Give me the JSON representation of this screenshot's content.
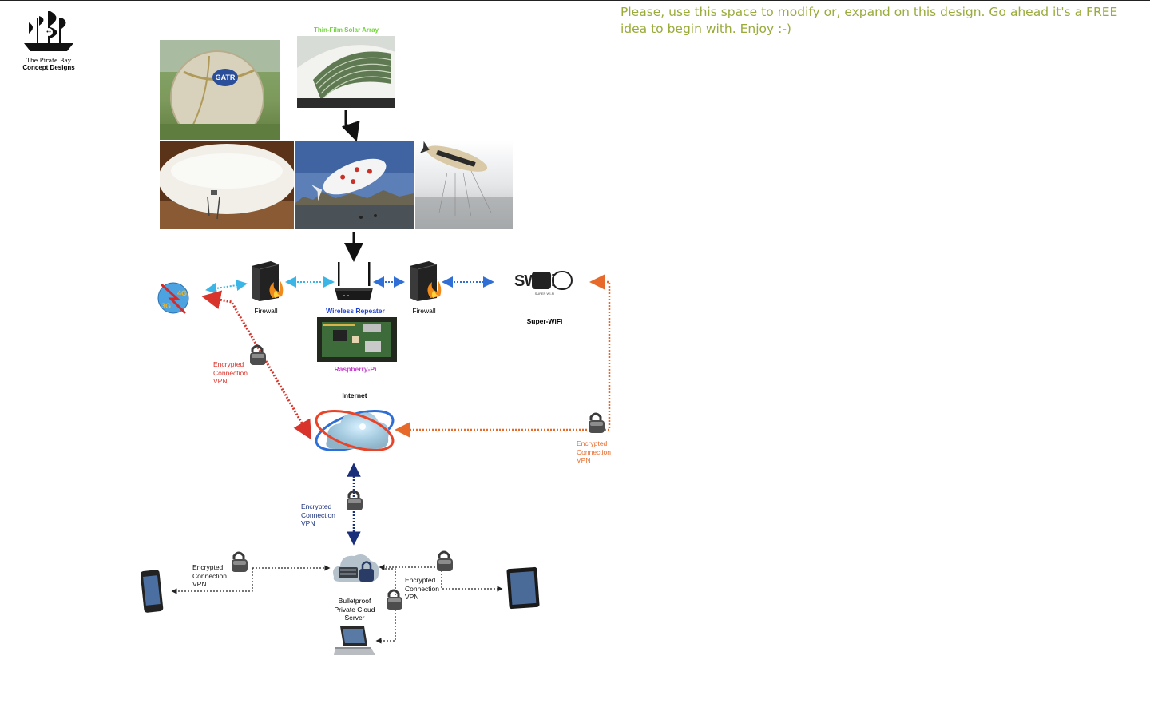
{
  "note_text": "Please, use this space to modify or, expand on this design. Go ahead it's a FREE idea to begin with. Enjoy :-)",
  "logo": {
    "line1": "The Pirate Bay",
    "line2": "Concept Designs"
  },
  "solar_label": "Thin-Film Solar Array",
  "gatr_logo_text": "GATR",
  "firewall_left_label": "Firewall",
  "firewall_right_label": "Firewall",
  "repeater_label": "Wireless Repeater",
  "raspberry_label": "Raspberry-Pi",
  "superwifi": {
    "logo_text": "SWiFi",
    "logo_subtext": "SUPER WI-FI",
    "label": "Super-WiFi"
  },
  "mobile_3g4g": {
    "top": "4G",
    "bottom": "3G"
  },
  "internet_label": "Internet",
  "vpn_red": [
    "Encrypted",
    "Connection",
    "VPN"
  ],
  "vpn_orange": [
    "Encrypted",
    "Connection",
    "VPN"
  ],
  "vpn_navy": [
    "Encrypted",
    "Connection",
    "VPN"
  ],
  "vpn_phone": [
    "Encrypted",
    "Connection",
    "VPN"
  ],
  "vpn_tablet": [
    "Encrypted",
    "Connection",
    "VPN"
  ],
  "server_label": [
    "Bulletproof",
    "Private Cloud",
    "Server"
  ],
  "colors": {
    "note": "#9aab3a",
    "red_link": "#d9342b",
    "orange_link": "#e86a2a",
    "cyan_link": "#3bb4e6",
    "blue_link": "#2f6fd6",
    "navy_link": "#1a2f7a",
    "repeater_label": "#1a3fd6",
    "raspberry_label": "#c93fd0",
    "solar_label": "#6fd63a"
  }
}
